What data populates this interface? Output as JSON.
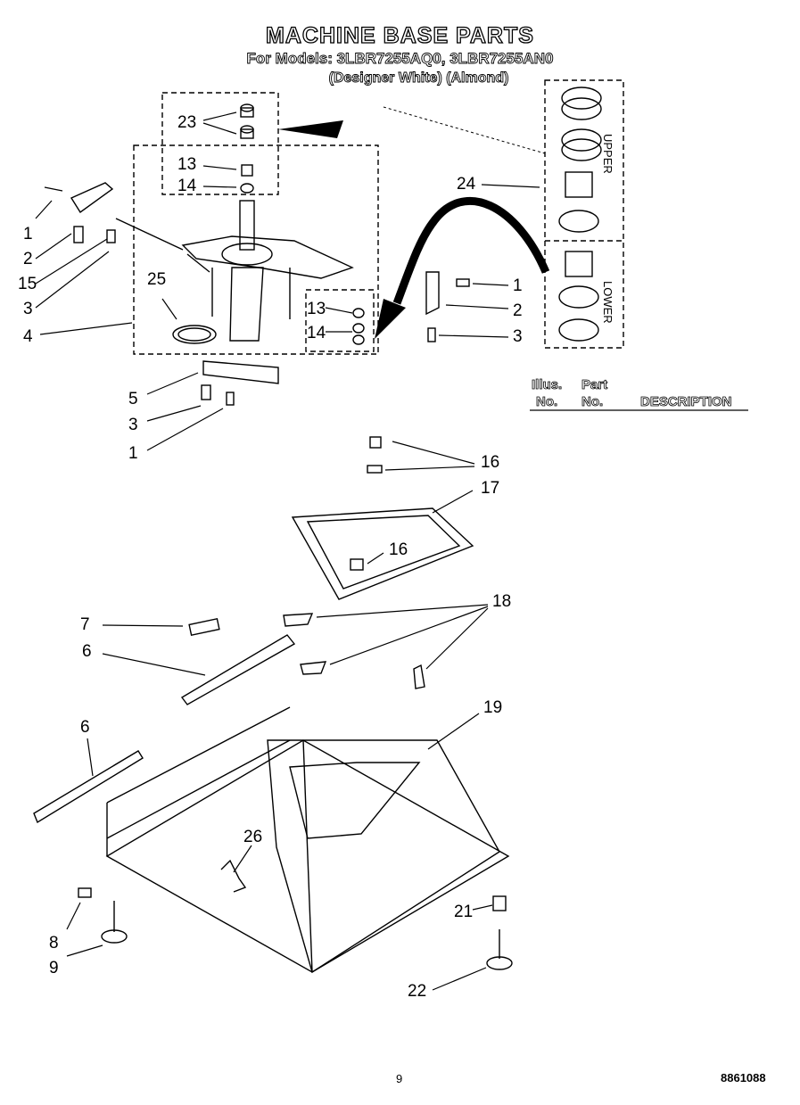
{
  "header": {
    "title": "MACHINE BASE PARTS",
    "models_line": "For Models: 3LBR7255AQ0, 3LBR7255AN0",
    "colors_line": "(Designer White)   (Almond)"
  },
  "parts_list_header": {
    "col1_line1": "Illus.",
    "col1_line2": "No.",
    "col2_line1": "Part",
    "col2_line2": "No.",
    "col3": "DESCRIPTION"
  },
  "inset_labels": {
    "upper": "UPPER",
    "lower": "LOWER"
  },
  "callouts": {
    "c23": "23",
    "c13a": "13",
    "c14a": "14",
    "c24": "24",
    "c1a": "1",
    "c2a": "2",
    "c15": "15",
    "c3a": "3",
    "c4": "4",
    "c25": "25",
    "c13b": "13",
    "c14b": "14",
    "c1b": "1",
    "c2b": "2",
    "c3b": "3",
    "c5": "5",
    "c3c": "3",
    "c1c": "1",
    "c16a": "16",
    "c17": "17",
    "c16b": "16",
    "c7": "7",
    "c18": "18",
    "c6a": "6",
    "c19": "19",
    "c6b": "6",
    "c26": "26",
    "c21": "21",
    "c8": "8",
    "c9": "9",
    "c22": "22"
  },
  "footer": {
    "page_number": "9",
    "doc_code": "8861088"
  }
}
